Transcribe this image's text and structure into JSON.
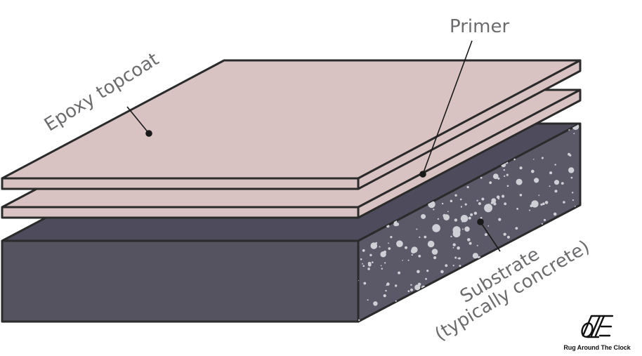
{
  "labels": {
    "topcoat": "Epoxy topcoat",
    "primer": "Primer",
    "substrate_line1": "Substrate",
    "substrate_line2": "(typically concrete)"
  },
  "brand": {
    "name": "Rug Around The Clock",
    "logo_icon": "rug-roll-logo-icon"
  },
  "colors": {
    "layer_fill": "#d9c2c2",
    "substrate_top": "#4e4c5c",
    "substrate_front": "#555360",
    "substrate_side": "#5b5968",
    "outline": "#2b2b2b",
    "label_text": "#6d6b6e",
    "speckle": "#cfd0d6"
  }
}
